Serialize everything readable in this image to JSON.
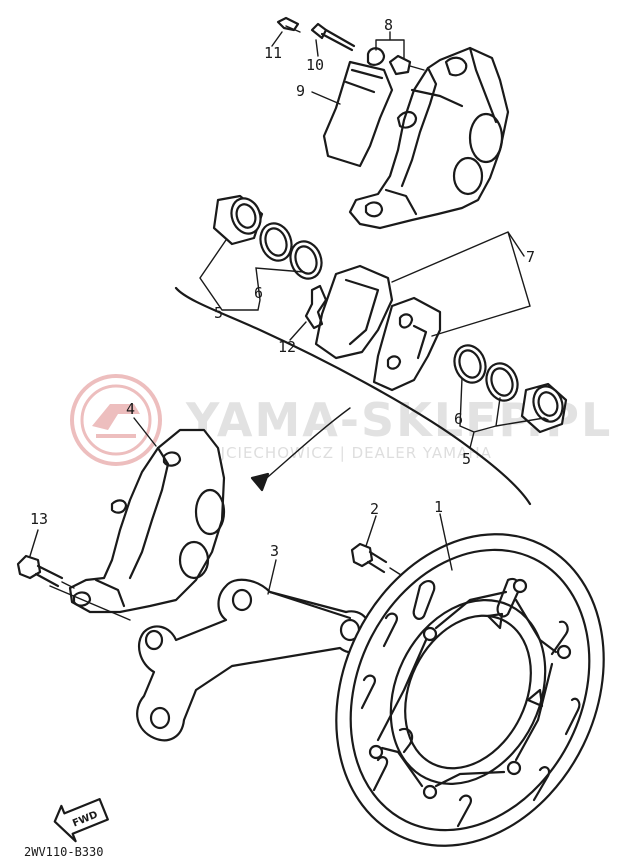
{
  "diagram": {
    "callouts": [
      {
        "id": "c1",
        "label": "1"
      },
      {
        "id": "c2",
        "label": "2"
      },
      {
        "id": "c3",
        "label": "3"
      },
      {
        "id": "c4",
        "label": "4"
      },
      {
        "id": "c5a",
        "label": "5"
      },
      {
        "id": "c5b",
        "label": "5"
      },
      {
        "id": "c6a",
        "label": "6"
      },
      {
        "id": "c6b",
        "label": "6"
      },
      {
        "id": "c7",
        "label": "7"
      },
      {
        "id": "c8",
        "label": "8"
      },
      {
        "id": "c9",
        "label": "9"
      },
      {
        "id": "c10",
        "label": "10"
      },
      {
        "id": "c11",
        "label": "11"
      },
      {
        "id": "c12",
        "label": "12"
      },
      {
        "id": "c13",
        "label": "13"
      }
    ],
    "drawing_code": "2WV110-B330",
    "fwd_label": "FWD"
  },
  "watermark": {
    "brand": "YAMA-SKLEP.PL",
    "subtitle": "WOJCIECHOWICZ | DEALER YAMAHA",
    "logo_color": "#e6a3a3"
  }
}
